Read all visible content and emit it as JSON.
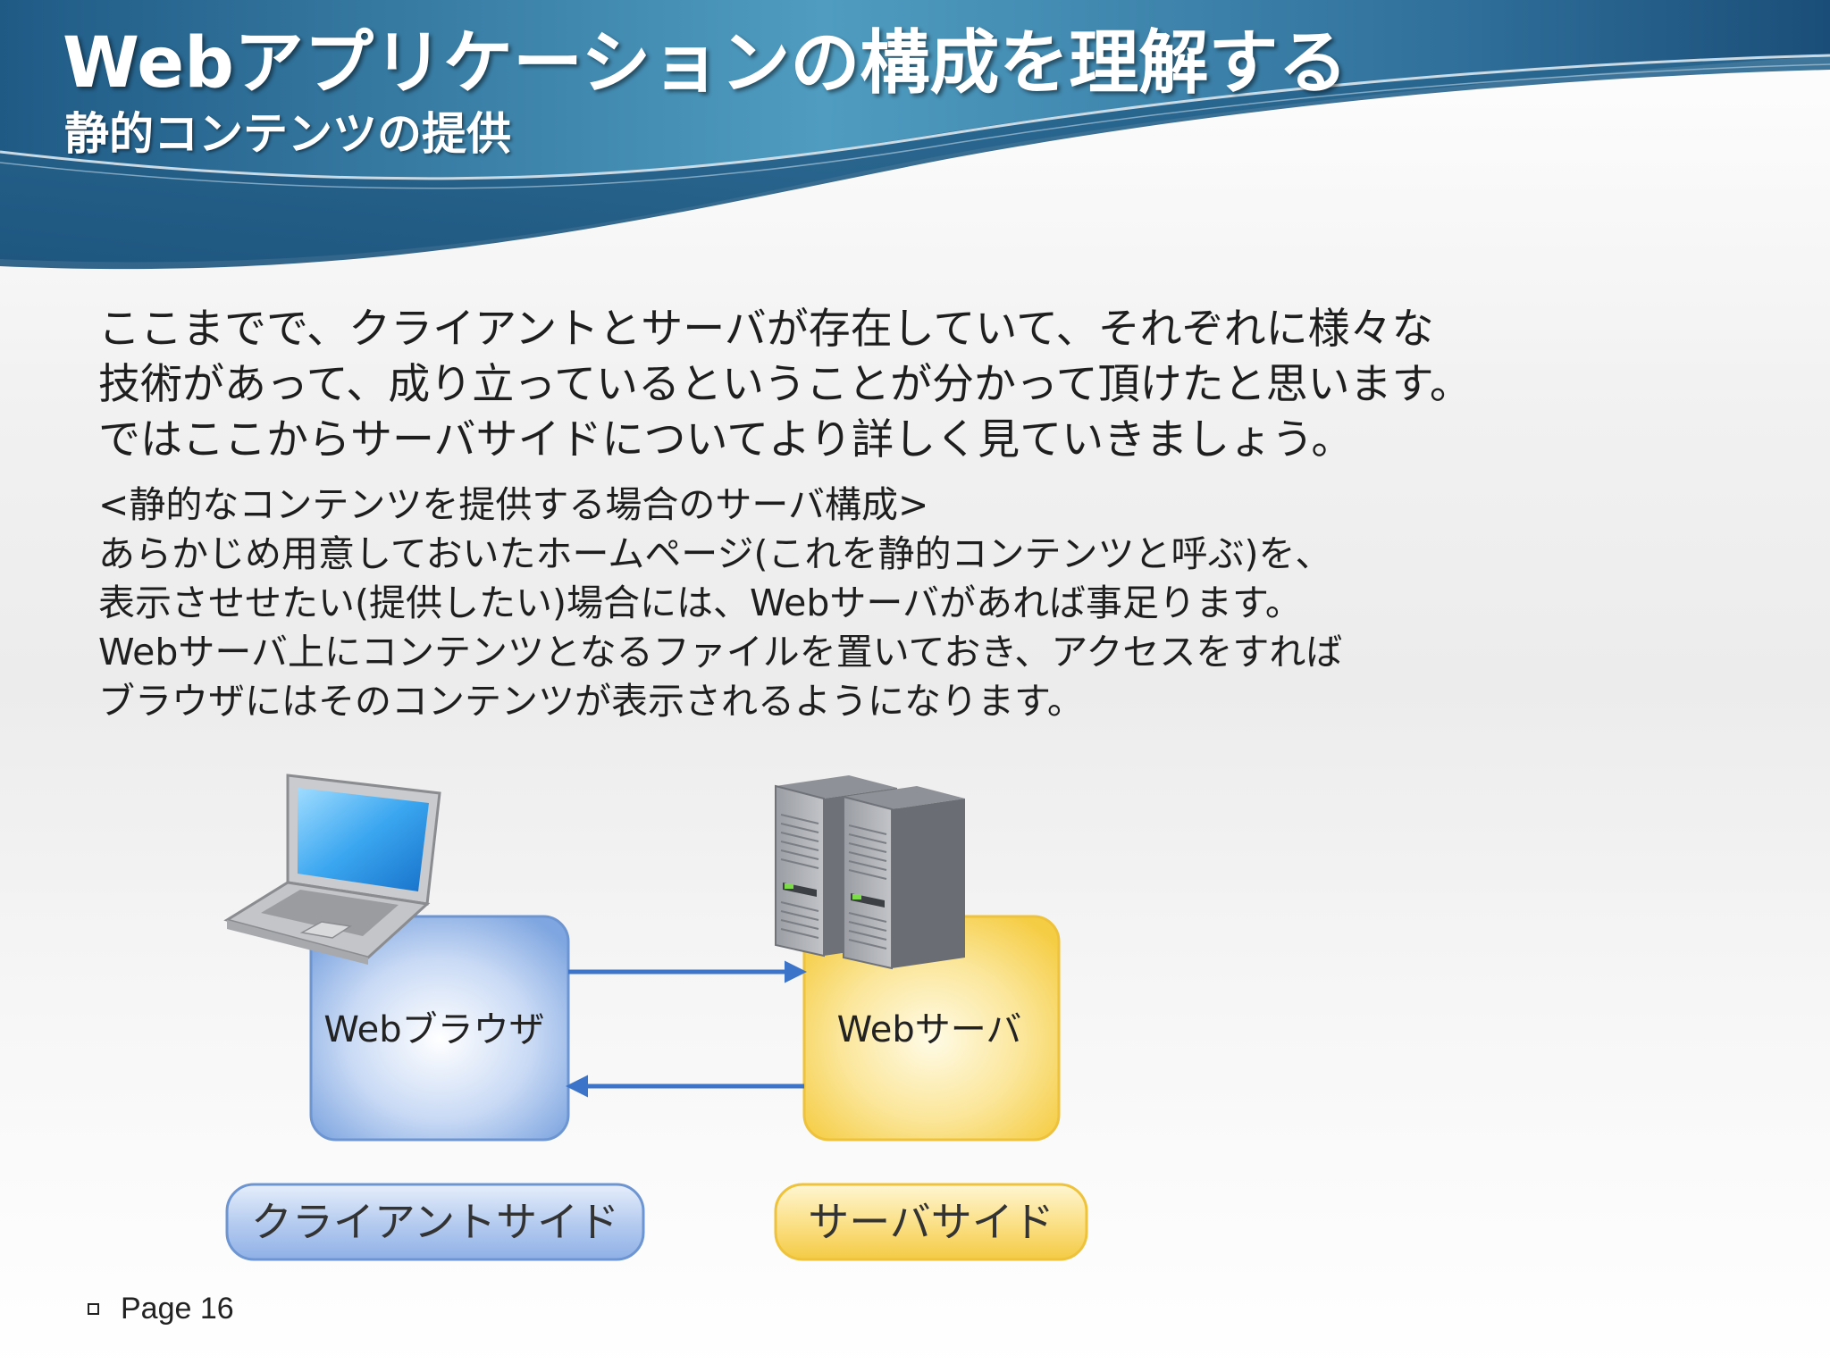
{
  "slide": {
    "title": "Webアプリケーションの構成を理解する",
    "subtitle": "静的コンテンツの提供"
  },
  "intro": {
    "lines": [
      "ここまでで、クライアントとサーバが存在していて、それぞれに様々な",
      "技術があって、成り立っているということが分かって頂けたと思います。",
      "ではここからサーバサイドについてより詳しく見ていきましょう。"
    ]
  },
  "static_section": {
    "heading": "<静的なコンテンツを提供する場合のサーバ構成>",
    "lines": [
      "あらかじめ用意しておいたホームページ(これを静的コンテンツと呼ぶ)を、",
      "表示させせたい(提供したい)場合には、Webサーバがあれば事足ります。",
      "Webサーバ上にコンテンツとなるファイルを置いておき、アクセスをすれば",
      "ブラウザにはそのコンテンツが表示されるようになります。"
    ]
  },
  "diagram": {
    "browser_label": "Webブラウザ",
    "server_label": "Webサーバ",
    "client_side_label": "クライアントサイド",
    "server_side_label": "サーバサイド",
    "browser_icon": "laptop-icon",
    "server_icon": "server-tower-icon",
    "colors": {
      "browser_box": "#7fa6e0",
      "server_box": "#f5d04c",
      "arrow": "#3b74c9"
    }
  },
  "footer": {
    "page_label": "Page 16"
  }
}
